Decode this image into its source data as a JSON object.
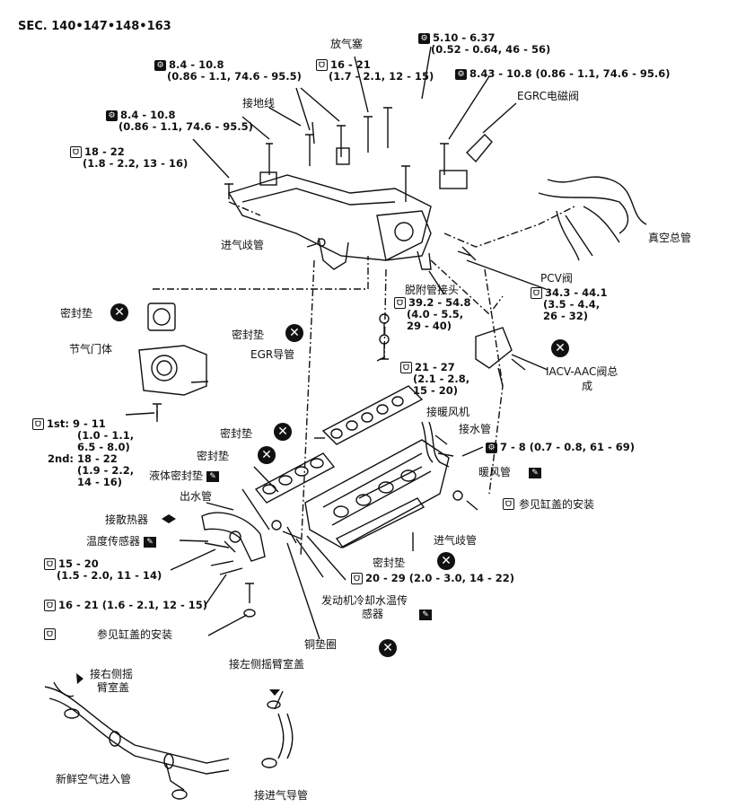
{
  "header": {
    "section": "SEC. 140•147•148•163"
  },
  "icons": {
    "torque": "torque-wrench-icon",
    "torque_outline": "torque-outline-icon",
    "replace": "x-circle-replace-icon",
    "sealant": "liquid-sealant-icon"
  },
  "labels": {
    "vent_plug": "放气塞",
    "ground_wire": "接地线",
    "egrc_valve": "EGRC电磁阀",
    "vacuum_hose": "真空总管",
    "intake_manifold_collector": "进气歧管",
    "pcv_valve": "PCV阀",
    "purge_connector": "脱附管接头",
    "gasket_1": "密封垫",
    "throttle_body": "节气门体",
    "gasket_2": "密封垫",
    "egr_tube": "EGR导管",
    "iacv_line1": "IACV-AAC阀总",
    "iacv_line2": "成",
    "to_heater": "接暖风机",
    "water_hose": "接水管",
    "gasket_3": "密封垫",
    "gasket_4": "密封垫",
    "liquid_gasket": "液体密封垫",
    "heater_tube": "暖风管",
    "water_outlet": "出水管",
    "to_radiator": "接散热器",
    "temp_sensor": "温度传感器",
    "ref_head_cover_right": "参见缸盖的安装",
    "intake_manifold": "进气歧管",
    "gasket_5": "密封垫",
    "coolant_sensor_line1": "发动机冷却水温传",
    "coolant_sensor_line2": "感器",
    "ref_head_cover_left": "参见缸盖的安装",
    "copper_washer": "铜垫圈",
    "to_left_rocker": "接左侧摇臂室盖",
    "to_right_rocker_line1": "接右侧摇",
    "to_right_rocker_line2": "臂室盖",
    "fresh_air_pipe": "新鲜空气进入管",
    "to_intake_duct": "接进气导管"
  },
  "specs": {
    "s1_l1": "8.4 - 10.8",
    "s1_l2": "(0.86 - 1.1, 74.6 - 95.5)",
    "s2_l1": "16 - 21",
    "s2_l2": "(1.7 - 2.1, 12 - 15)",
    "s3_l1": "5.10 - 6.37",
    "s3_l2": "(0.52 - 0.64, 46 - 56)",
    "s4": "8.43 - 10.8 (0.86 - 1.1, 74.6 - 95.6)",
    "s5_l1": "8.4 - 10.8",
    "s5_l2": "(0.86 - 1.1, 74.6 - 95.5)",
    "s6_l1": "18 - 22",
    "s6_l2": "(1.8 - 2.2, 13 - 16)",
    "s7_l1": "39.2 - 54.8",
    "s7_l2": "(4.0 - 5.5,",
    "s7_l3": "29 - 40)",
    "s8_l1": "34.3 - 44.1",
    "s8_l2": "(3.5 - 4.4,",
    "s8_l3": "26 - 32)",
    "s9_l1": "21 - 27",
    "s9_l2": "(2.1 - 2.8,",
    "s9_l3": "15 - 20)",
    "s10_l1": "1st: 9 - 11",
    "s10_l2": "(1.0 - 1.1,",
    "s10_l3": "6.5 - 8.0)",
    "s10_l4": "2nd: 18 - 22",
    "s10_l5": "(1.9 - 2.2,",
    "s10_l6": "14 - 16)",
    "s11": "7 - 8 (0.7 - 0.8, 61 - 69)",
    "s12_l1": "15 - 20",
    "s12_l2": "(1.5 - 2.0, 11 - 14)",
    "s13": "20 - 29 (2.0 - 3.0, 14 - 22)",
    "s14": "16 - 21 (1.6 - 2.1, 12 - 15)"
  }
}
